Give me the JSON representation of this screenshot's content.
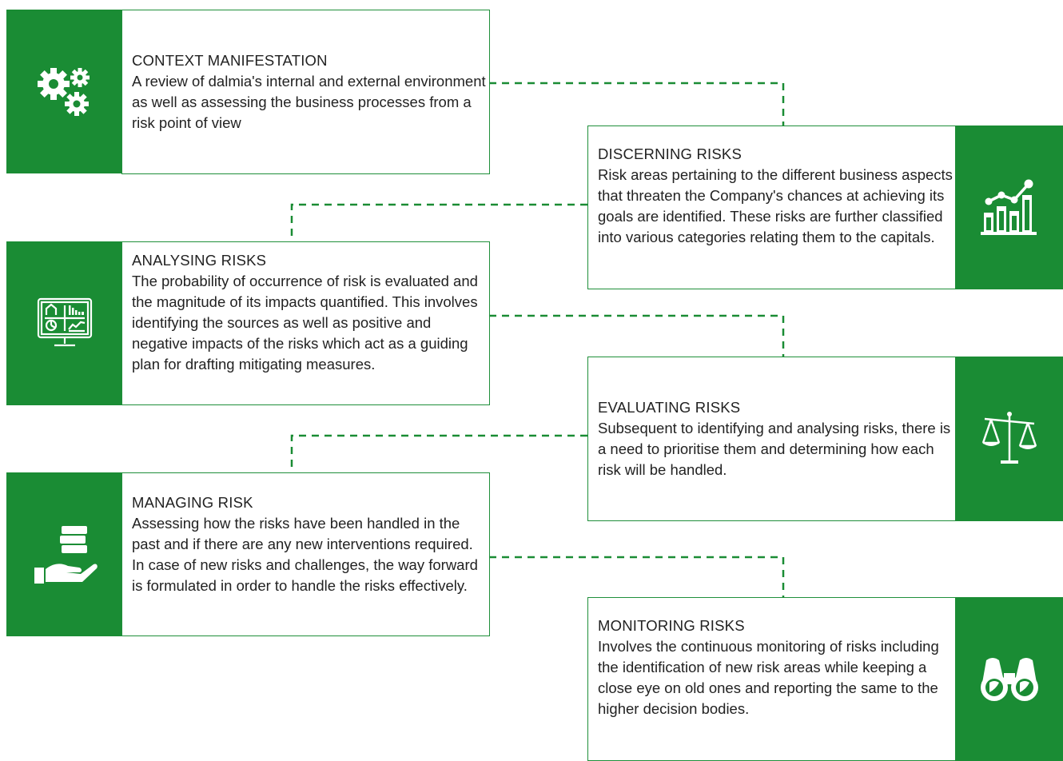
{
  "steps": [
    {
      "title": "CONTEXT MANIFESTATION",
      "body": "A review of dalmia's internal and external environment as well as assessing the business processes from a risk point of view",
      "icon": "gears-icon"
    },
    {
      "title": "DISCERNING RISKS",
      "body": "Risk areas pertaining to the different business aspects that threaten the Company's chances at achieving its goals are identified. These risks are further classified into various categories relating them to the capitals.",
      "icon": "growth-chart-icon"
    },
    {
      "title": "ANALYSING RISKS",
      "body": "The probability of occurrence of risk is evaluated and the magnitude of its impacts quantified. This involves identifying the sources as well as positive and negative impacts of the risks which act as a guiding plan for drafting mitigating measures.",
      "icon": "analytics-monitor-icon"
    },
    {
      "title": "EVALUATING RISKS",
      "body": "Subsequent to identifying and analysing risks, there is a need to prioritise them and determining how each risk will be handled.",
      "icon": "balance-scale-icon"
    },
    {
      "title": "MANAGING RISK",
      "body": "Assessing how the risks have been handled in the past and if there are any new interventions required. In case of new risks and challenges, the way forward is formulated in order to handle the risks effectively.",
      "icon": "hand-coins-icon"
    },
    {
      "title": "MONITORING RISKS",
      "body": "Involves the continuous monitoring of risks including the identification of new risk areas while keeping a close eye on old ones and reporting the same to the higher decision bodies.",
      "icon": "binoculars-icon"
    }
  ],
  "colors": {
    "accent": "#1a8c34",
    "border": "#1f8f3a",
    "text": "#222222"
  }
}
